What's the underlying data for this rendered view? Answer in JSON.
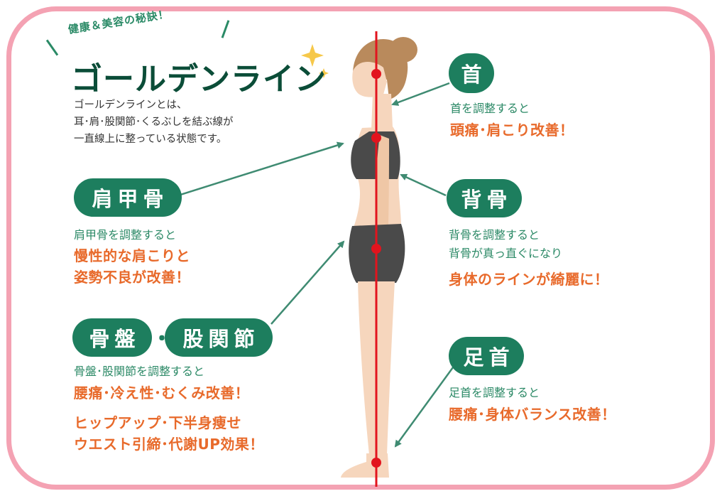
{
  "header": {
    "tagline": "健康＆美容の秘訣！",
    "title": "ゴールデンライン",
    "description": "ゴールデンラインとは、\n耳･肩･股関節･くるぶしを結ぶ線が\n一直線上に整っている状態です。"
  },
  "left": {
    "scapula": {
      "badge": "肩甲骨",
      "sub": "肩甲骨を調整すると",
      "highlight": "慢性的な肩こりと\n姿勢不良が改善！"
    },
    "pelvis": {
      "badge1": "骨盤",
      "separator": "・",
      "badge2": "股関節",
      "sub": "骨盤･股関節を調整すると",
      "highlight1": "腰痛･冷え性･むくみ改善！",
      "highlight2": "ヒップアップ･下半身痩せ\nウエスト引締･代謝UP効果！"
    }
  },
  "right": {
    "neck": {
      "badge": "首",
      "sub": "首を調整すると",
      "highlight": "頭痛･肩こり改善！"
    },
    "spine": {
      "badge": "背骨",
      "sub": "背骨を調整すると\n背骨が真っ直ぐになり",
      "highlight": "身体のラインが綺麗に！"
    },
    "ankle": {
      "badge": "足首",
      "sub": "足首を調整すると",
      "highlight": "腰痛･身体バランス改善！"
    }
  },
  "colors": {
    "frame": "#f4a2b3",
    "badge": "#1d7e5e",
    "accent_text": "#e86a2b",
    "sub_text": "#2b8966",
    "line": "#e2141e",
    "arrow": "#3f8b72"
  }
}
